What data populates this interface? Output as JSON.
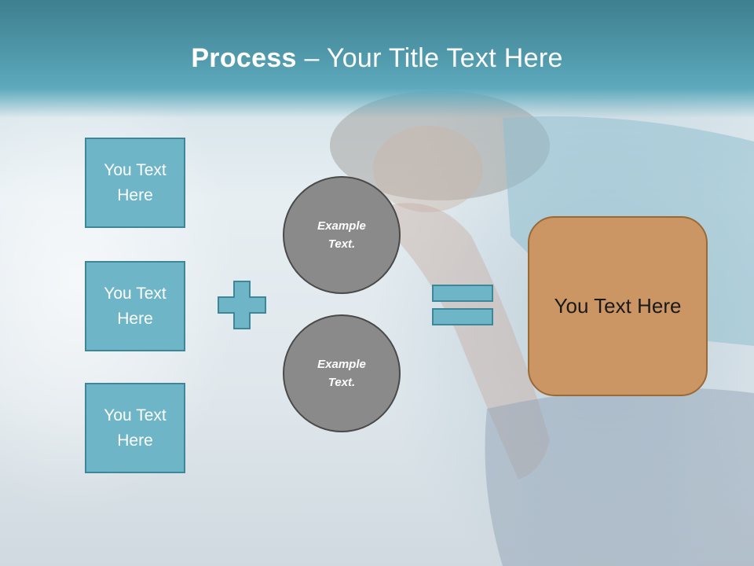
{
  "title": {
    "bold": "Process",
    "rest": " – Your Title Text Here"
  },
  "left_boxes": [
    {
      "label": "You Text Here"
    },
    {
      "label": "You Text Here"
    },
    {
      "label": "You Text Here"
    }
  ],
  "circles": [
    {
      "label": "Example Text."
    },
    {
      "label": "Example Text."
    }
  ],
  "result": {
    "label": "You Text Here"
  },
  "colors": {
    "header": "#4f98aa",
    "box_fill": "#6db5c7",
    "box_border": "#3d8799",
    "circle_fill": "#8a8a8a",
    "result_fill": "#cc9664",
    "result_border": "#9a6a36"
  },
  "icons": {
    "plus": "plus-icon",
    "equals": "equals-icon"
  }
}
